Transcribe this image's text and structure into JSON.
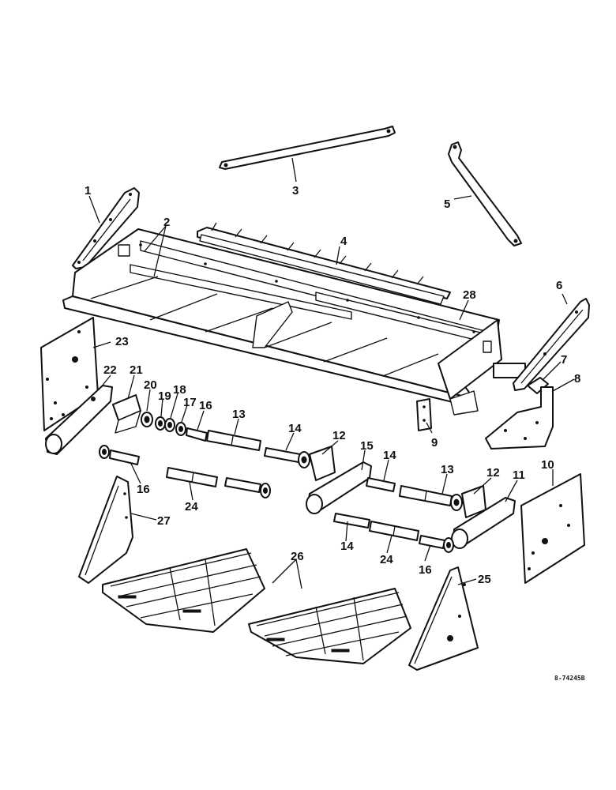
{
  "drawing": {
    "reference_number": "8-74245B",
    "callouts": [
      "1",
      "2",
      "3",
      "4",
      "5",
      "6",
      "7",
      "8",
      "9",
      "10",
      "11",
      "12",
      "13",
      "14",
      "15",
      "16",
      "17",
      "18",
      "19",
      "20",
      "21",
      "22",
      "23",
      "24",
      "25",
      "26",
      "27",
      "28"
    ]
  }
}
